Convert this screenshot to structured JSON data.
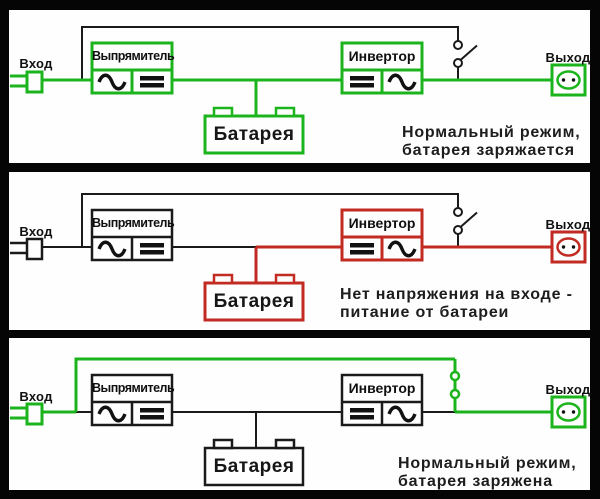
{
  "title": "UPS operating modes diagram",
  "colors": {
    "active_green": "#1cb41c",
    "active_red": "#c22b22",
    "wire_black": "#1a1a1a",
    "panel_bg": "#fefefe",
    "frame": "#050505"
  },
  "icons": {
    "input": "plug-icon",
    "output": "socket-icon",
    "ac_symbol": "ac-wave-icon",
    "dc_symbol": "dc-bars-icon",
    "switch_open": "open-switch-icon",
    "switch_closed": "closed-switch-icon",
    "battery": "battery-icon"
  },
  "labels": {
    "input": "Вход",
    "output": "Выход",
    "rectifier": "Выпрямитель",
    "inverter": "Инвертор",
    "battery": "Батарея"
  },
  "panels": [
    {
      "id": "normal-mode-charging",
      "mode_color": "green",
      "switch_state": "open",
      "caption": "Нормальный режим,\nбатарея заряжается"
    },
    {
      "id": "battery-power",
      "mode_color": "red",
      "switch_state": "open",
      "caption": "Нет напряжения на входе -\nпитание от батареи"
    },
    {
      "id": "normal-mode-charged",
      "mode_color": "green",
      "switch_state": "closed",
      "caption": "Нормальный режим,\nбатарея заряжена"
    }
  ]
}
